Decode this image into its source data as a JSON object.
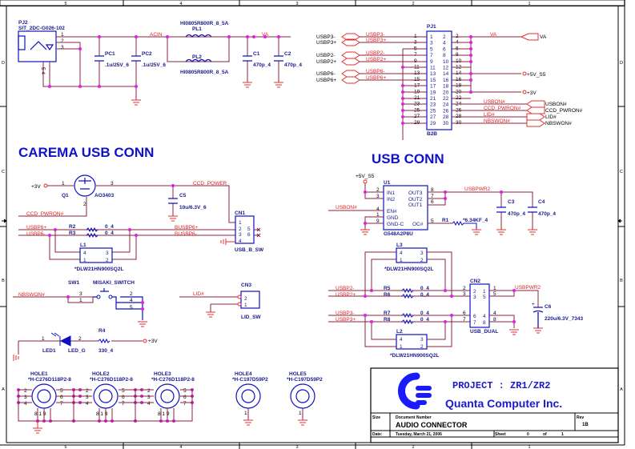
{
  "border": {
    "columns": [
      "5",
      "4",
      "3",
      "2",
      "1"
    ],
    "rows": [
      "D",
      "C",
      "B",
      "A"
    ]
  },
  "sections": {
    "camera_title": "CAREMA USB  CONN",
    "usb_title": "USB  CONN"
  },
  "power_in": {
    "jack_ref": "PJ2",
    "jack_part": "SIT_2DC-G026-102",
    "jack_pins": [
      "1",
      "2",
      "3"
    ],
    "jack_bottom_pins": "5 4",
    "net_acin": "ACIN",
    "net_va": "VA",
    "pc1": {
      "ref": "PC1",
      "value": ".1u/25V_6"
    },
    "pc2": {
      "ref": "PC2",
      "value": ".1u/25V_6"
    },
    "pl1": {
      "ref": "PL1",
      "value": "HI0805R800R_8_5A"
    },
    "pl2": {
      "ref": "PL2",
      "value": "HI0805R800R_8_5A"
    },
    "c1": {
      "ref": "C1",
      "value": "470p_4"
    },
    "c2": {
      "ref": "C2",
      "value": "470p_4"
    }
  },
  "pj1": {
    "ref": "PJ1",
    "part": "B2B",
    "left_ports": [
      "USBP3-",
      "USBP3+",
      "USBP2-",
      "USBP2+",
      "USBP6-",
      "USBP6+"
    ],
    "left_nets": [
      "USBP3-",
      "USBP3+",
      "USBP2-",
      "USBP2+",
      "USBP6-",
      "USBP6+"
    ],
    "odd_pins": [
      "1",
      "3",
      "5",
      "7",
      "9",
      "11",
      "13",
      "15",
      "17",
      "19",
      "21",
      "23",
      "25",
      "27",
      "29"
    ],
    "even_pins": [
      "2",
      "4",
      "6",
      "8",
      "10",
      "12",
      "14",
      "16",
      "18",
      "20",
      "22",
      "24",
      "26",
      "28",
      "30"
    ],
    "net_va": "VA",
    "port_va": "VA",
    "rail_5v": "+5V_S5",
    "rail_3v": "+3V",
    "right_nets": [
      "USBON#",
      "CCD_PWRON#",
      "LID#",
      "NBSWON#"
    ],
    "right_ports": [
      "USBON#",
      "CCD_PWRON#",
      "LID#",
      "NBSWON#"
    ]
  },
  "camera": {
    "rail": "+3V",
    "q1": {
      "ref": "Q1",
      "part": "AO3403",
      "pins": [
        "1",
        "3",
        "2"
      ]
    },
    "net_ccd_power": "CCD_POWER",
    "net_ccd_pwron": "CCD_PWRON#",
    "c5": {
      "ref": "C5",
      "value": "10u/6.3V_6"
    },
    "net_usbp6p": "USBP6+",
    "net_usbp6m": "USBP6-",
    "r2": {
      "ref": "R2",
      "value": "0_4"
    },
    "r3": {
      "ref": "R3",
      "value": "0_4"
    },
    "net_busbp6p": "BUSBP6+",
    "net_busbp6m": "BUSBP6-",
    "l1": {
      "ref": "L1",
      "part": "*DLW21HN900SQ2L",
      "pins": [
        "4",
        "3",
        "1",
        "2"
      ]
    },
    "cn1": {
      "ref": "CN1",
      "part": "USB_B_SW",
      "pins_left": [
        "1",
        "2",
        "3",
        "4"
      ],
      "pins_inner": [
        "1",
        "2",
        "3",
        "4"
      ],
      "pins_right": [
        "5",
        "6"
      ]
    }
  },
  "switch": {
    "sw1_ref": "SW1",
    "sw1_part": "MISAKI_SWITCH",
    "net": "NBSWON#",
    "pins_left": [
      "3",
      "1"
    ],
    "pins_right": [
      "2",
      "4",
      "5"
    ]
  },
  "lid": {
    "net": "LID#",
    "cn3_ref": "CN3",
    "cn3_part": "LID_SW",
    "pins": [
      "2",
      "1"
    ]
  },
  "led": {
    "led_ref": "LED1",
    "led_part": "LED_G",
    "pins": [
      "1",
      "2"
    ],
    "r4": {
      "ref": "R4",
      "value": "330_4"
    },
    "rail": "+3V"
  },
  "usb_power": {
    "rail": "+5V_S5",
    "u1_ref": "U1",
    "u1_part": "G548A2P8U",
    "u1_left_pins": [
      {
        "num": "2",
        "name": "IN1"
      },
      {
        "num": "3",
        "name": "IN2"
      },
      {
        "num": "4",
        "name": "EN#"
      },
      {
        "num": "1",
        "name": "GND"
      },
      {
        "num": "9",
        "name": "GND-C"
      }
    ],
    "u1_right_pins": [
      {
        "num": "8",
        "name": "OUT3"
      },
      {
        "num": "7",
        "name": "OUT2"
      },
      {
        "num": "6",
        "name": "OUT1"
      },
      {
        "num": "5",
        "name": "OC#"
      }
    ],
    "net_usbon": "USBON#",
    "net_usbpwr2": "USBPWR2",
    "r1": {
      "ref": "R1",
      "value": "*6.34KF_4"
    },
    "c3": {
      "ref": "C3",
      "value": "470p_4"
    },
    "c4": {
      "ref": "C4",
      "value": "470p_4"
    }
  },
  "usb_dual": {
    "l3": {
      "ref": "L3",
      "part": "*DLW21HN900SQ2L",
      "pins": [
        "4",
        "3",
        "1",
        "2"
      ]
    },
    "l2": {
      "ref": "L2",
      "part": "*DLW21HN900SQ2L",
      "pins": [
        "4",
        "3",
        "1",
        "2"
      ]
    },
    "nets_left": [
      "USBP2-",
      "USBP2+",
      "USBP3-",
      "USBP3+"
    ],
    "resistors": [
      {
        "ref": "R5",
        "value": "0_4"
      },
      {
        "ref": "R6",
        "value": "0_4"
      },
      {
        "ref": "R7",
        "value": "0_4"
      },
      {
        "ref": "R8",
        "value": "0_4"
      }
    ],
    "cn2_ref": "CN2",
    "cn2_part": "USB_DUAL",
    "cn2_left_pins": [
      "2",
      "3",
      "6",
      "7"
    ],
    "cn2_inner_left": [
      "2",
      "3",
      "6",
      "7"
    ],
    "cn2_inner_right": [
      "1",
      "5",
      "4",
      "8"
    ],
    "cn2_right_pins": [
      "1",
      "5",
      "4",
      "8"
    ],
    "net_usbpwr2": "USBPWR2",
    "c6": {
      "ref": "C6",
      "value": "220u/6.3V_7343",
      "polarity": "+"
    }
  },
  "holes": [
    {
      "ref": "HOLE1",
      "part": "*H-C276D118P2-8",
      "left_pins": [
        "2",
        "3",
        "4"
      ],
      "right_pins": [
        "5",
        "6",
        "7"
      ],
      "bottom_pins": "8 1 9"
    },
    {
      "ref": "HOLE2",
      "part": "*H-C276D118P2-8",
      "left_pins": [
        "2",
        "3",
        "4"
      ],
      "right_pins": [
        "5",
        "6",
        "7"
      ],
      "bottom_pins": "8 1 9"
    },
    {
      "ref": "HOLE3",
      "part": "*H-C276D118P2-8",
      "left_pins": [
        "2",
        "3",
        "4"
      ],
      "right_pins": [
        "5",
        "6",
        "7"
      ],
      "bottom_pins": "8 1 9"
    },
    {
      "ref": "HOLE4",
      "part": "*H-C197D59P2",
      "bottom_pins": "1"
    },
    {
      "ref": "HOLE5",
      "part": "*H-C197D59P2",
      "bottom_pins": "1"
    }
  ],
  "title_block": {
    "project": "PROJECT : ZR1/ZR2",
    "company": "Quanta Computer Inc.",
    "size_label": "Size",
    "doc_number_label": "Document Number",
    "doc_title": "AUDIO CONNECTOR",
    "rev_label": "Rev",
    "rev": "1B",
    "date_label": "Date:",
    "date": "Tuesday, March 21, 2006",
    "sheet_label": "Sheet",
    "sheet": "0",
    "of_label": "of",
    "sheets_total": "1",
    "logo_color": "#1a1aff",
    "text_color": "#1a1acc"
  }
}
